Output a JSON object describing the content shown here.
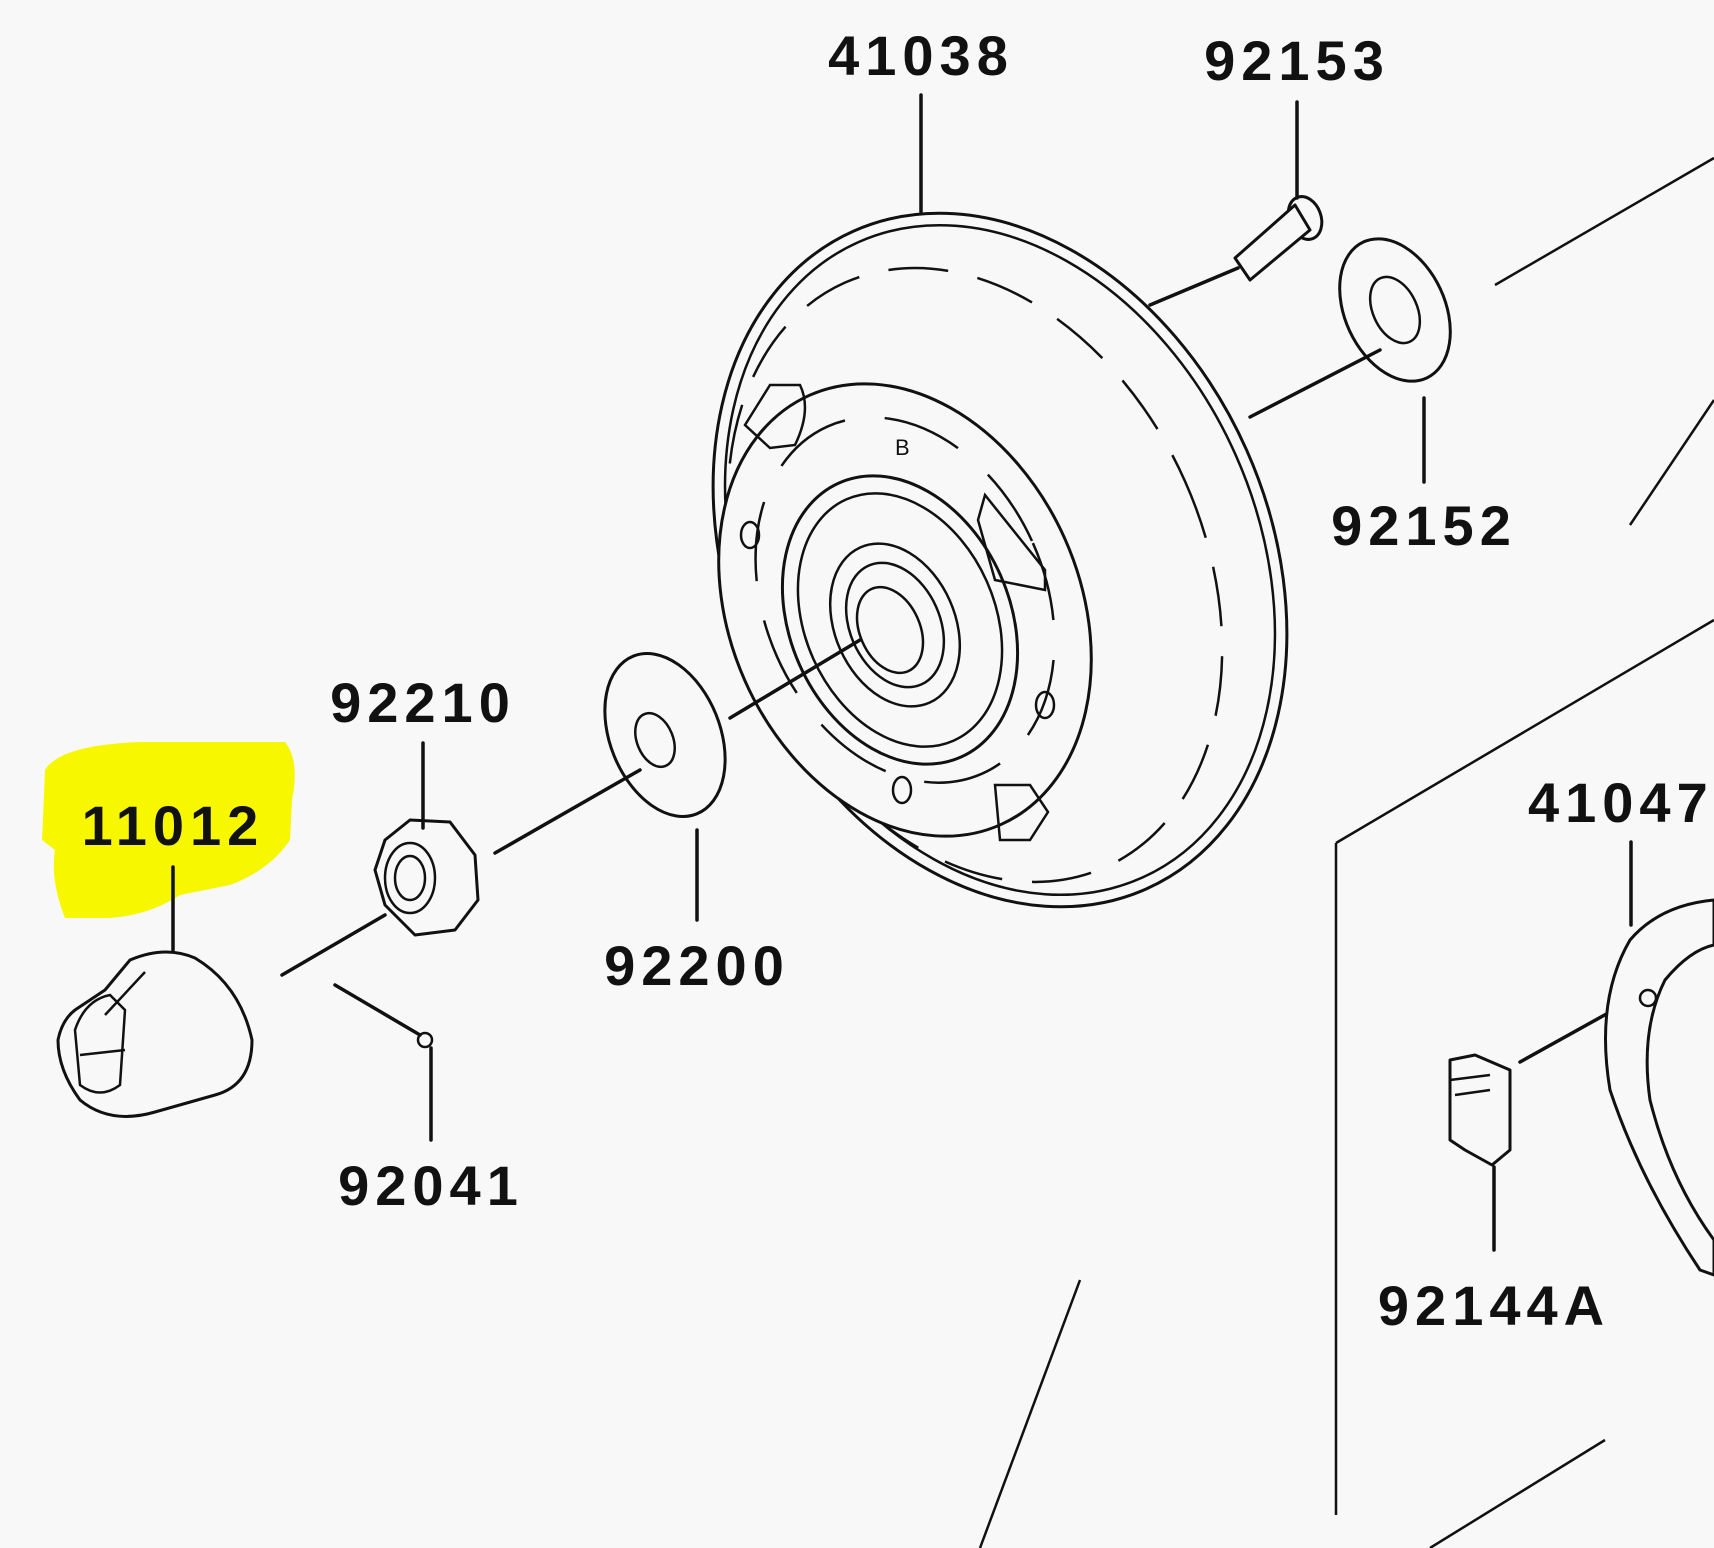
{
  "diagram": {
    "type": "exploded parts diagram",
    "highlight_color": "#f7f700",
    "background_color": "#f8f8f8",
    "highlighted_part": "11012",
    "callouts": [
      {
        "id": "41038",
        "label": "41038",
        "part": "brake drum / hub"
      },
      {
        "id": "92153",
        "label": "92153",
        "part": "bolt"
      },
      {
        "id": "92152",
        "label": "92152",
        "part": "washer"
      },
      {
        "id": "92210",
        "label": "92210",
        "part": "castle nut"
      },
      {
        "id": "11012",
        "label": "11012",
        "part": "cap",
        "highlighted": true
      },
      {
        "id": "92200",
        "label": "92200",
        "part": "washer"
      },
      {
        "id": "92041",
        "label": "92041",
        "part": "cotter pin"
      },
      {
        "id": "41047",
        "label": "41047",
        "part": "brake shoe (partially visible)"
      },
      {
        "id": "92144A",
        "label": "92144A",
        "part": "spring clip"
      }
    ]
  }
}
